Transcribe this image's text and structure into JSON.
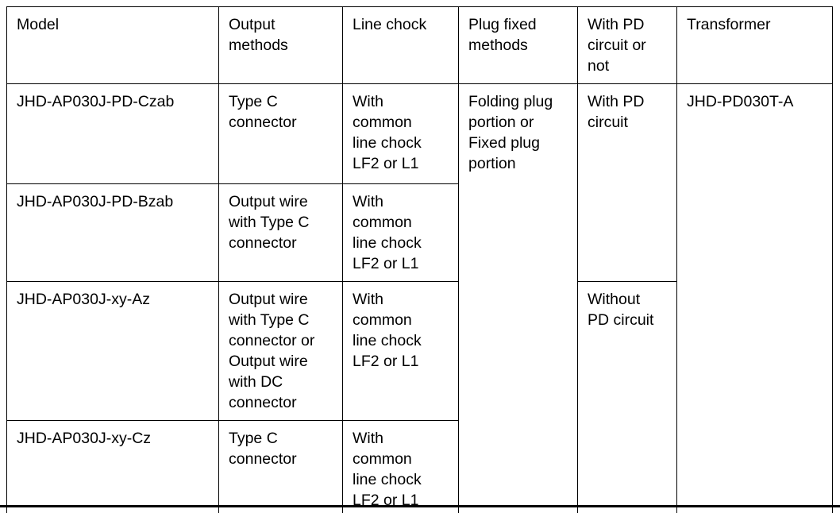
{
  "table": {
    "caption": "",
    "columns": [
      {
        "key": "model",
        "header": "Model"
      },
      {
        "key": "output",
        "header": "Output\nmethods"
      },
      {
        "key": "chock",
        "header": "Line chock"
      },
      {
        "key": "plug",
        "header": "Plug fixed\nmethods"
      },
      {
        "key": "pd",
        "header": "With PD\ncircuit or\nnot"
      },
      {
        "key": "xfmr",
        "header": "Transformer"
      }
    ],
    "rows": [
      {
        "model": "JHD-AP030J-PD-Czab",
        "output": "Type C\nconnector",
        "chock": "With\ncommon\nline chock\nLF2 or L1"
      },
      {
        "model": "JHD-AP030J-PD-Bzab",
        "output": "Output wire\nwith Type C\nconnector",
        "chock": "With\ncommon\nline chock\nLF2 or L1"
      },
      {
        "model": "JHD-AP030J-xy-Az",
        "output": "Output wire\nwith Type C\nconnector or\nOutput wire\nwith DC\nconnector",
        "chock": "With\ncommon\nline chock\nLF2 or L1"
      },
      {
        "model": "JHD-AP030J-xy-Cz",
        "output": "Type C\nconnector",
        "chock": "With\ncommon\nline chock\nLF2 or L1"
      }
    ],
    "merged": {
      "plug_fixed_methods_all_rows": "Folding plug\nportion or\nFixed plug\nportion",
      "pd_rows_1_2": "With PD\ncircuit",
      "pd_rows_3_4": "Without\nPD circuit",
      "transformer_all_rows": "JHD-PD030T-A"
    },
    "colors": {
      "border": "#000000",
      "text": "#000000",
      "background": "#ffffff"
    }
  }
}
